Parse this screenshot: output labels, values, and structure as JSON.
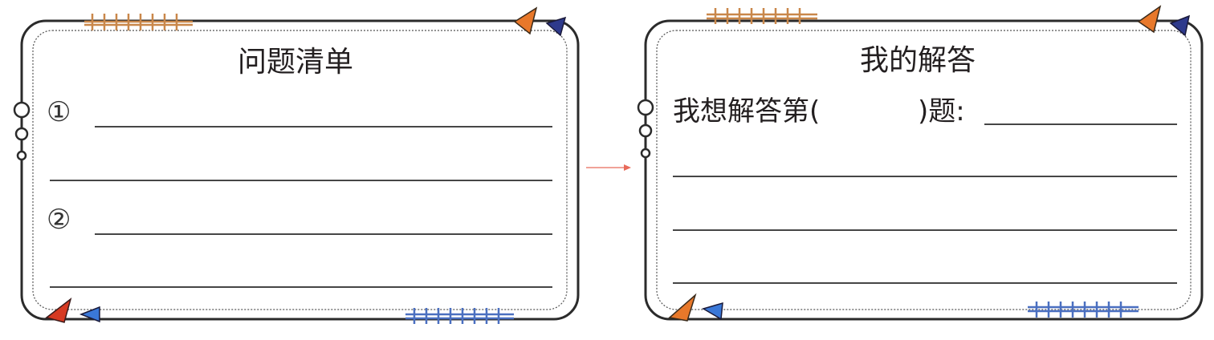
{
  "left_card": {
    "title": "问题清单",
    "items": [
      {
        "marker": "①"
      },
      {
        "marker": "②"
      }
    ]
  },
  "right_card": {
    "title": "我的解答",
    "prompt": {
      "before": "我想解答第(",
      "after": ")题:"
    }
  },
  "colors": {
    "frame": "#2b2b2b",
    "orange_stitch": "#c9874a",
    "blue_stitch": "#4a6fc0",
    "orange_arrow": "#e8782a",
    "navy_arrow": "#2e3a8c",
    "red_arrow": "#d63a22",
    "blue_arrow": "#3a78d8",
    "connector_arrow": "#e86a5a"
  }
}
